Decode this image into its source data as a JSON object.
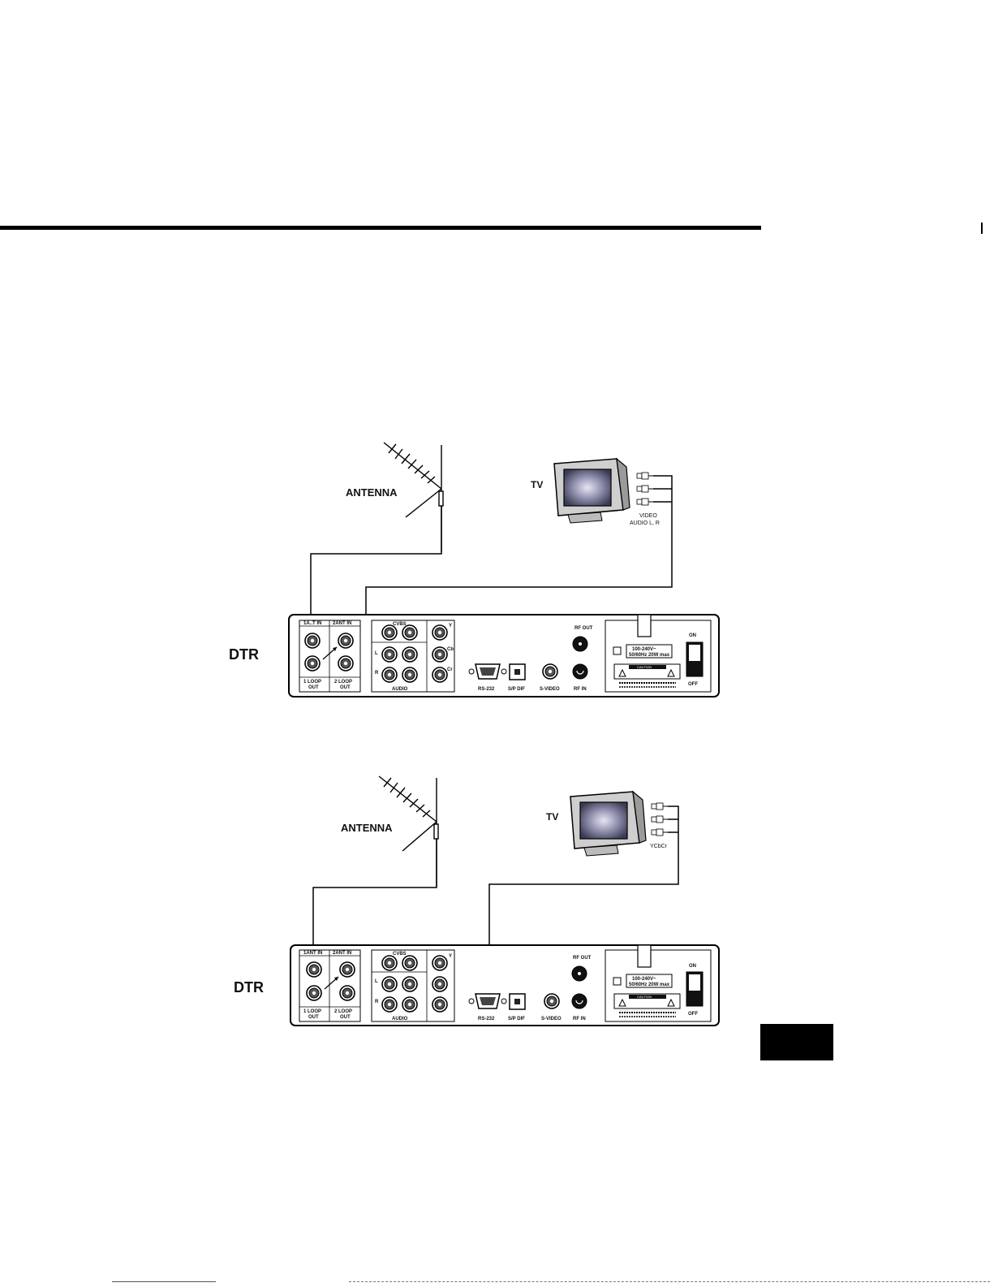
{
  "labels": {
    "antenna": "ANTENNA",
    "tv": "TV",
    "dtr": "DTR",
    "video_audio_line1": "VIDEO",
    "video_audio_line2": "AUDIO L, R",
    "ycbcr": "YCbCr"
  },
  "panel": {
    "ant1_in": "1A..T IN",
    "ant1_in_bottom": "1ANT IN",
    "ant2_in": "2ANT IN",
    "loop1": "1 LOOP",
    "loop2": "2 LOOP",
    "out": "OUT",
    "cvbs": "CVBS",
    "audio": "AUDIO",
    "l": "L",
    "r": "R",
    "y": "Y",
    "cb": "Cb",
    "cr": "Cr",
    "rs232": "RS-232",
    "spdif": "S/P DIF",
    "svideo": "S-VIDEO",
    "rf_out": "RF OUT",
    "rf_in": "RF IN",
    "power_rating1": "100-240V~",
    "power_rating2": "50/60Hz 20W max",
    "caution": "CAUTION",
    "on": "ON",
    "off": "OFF"
  }
}
